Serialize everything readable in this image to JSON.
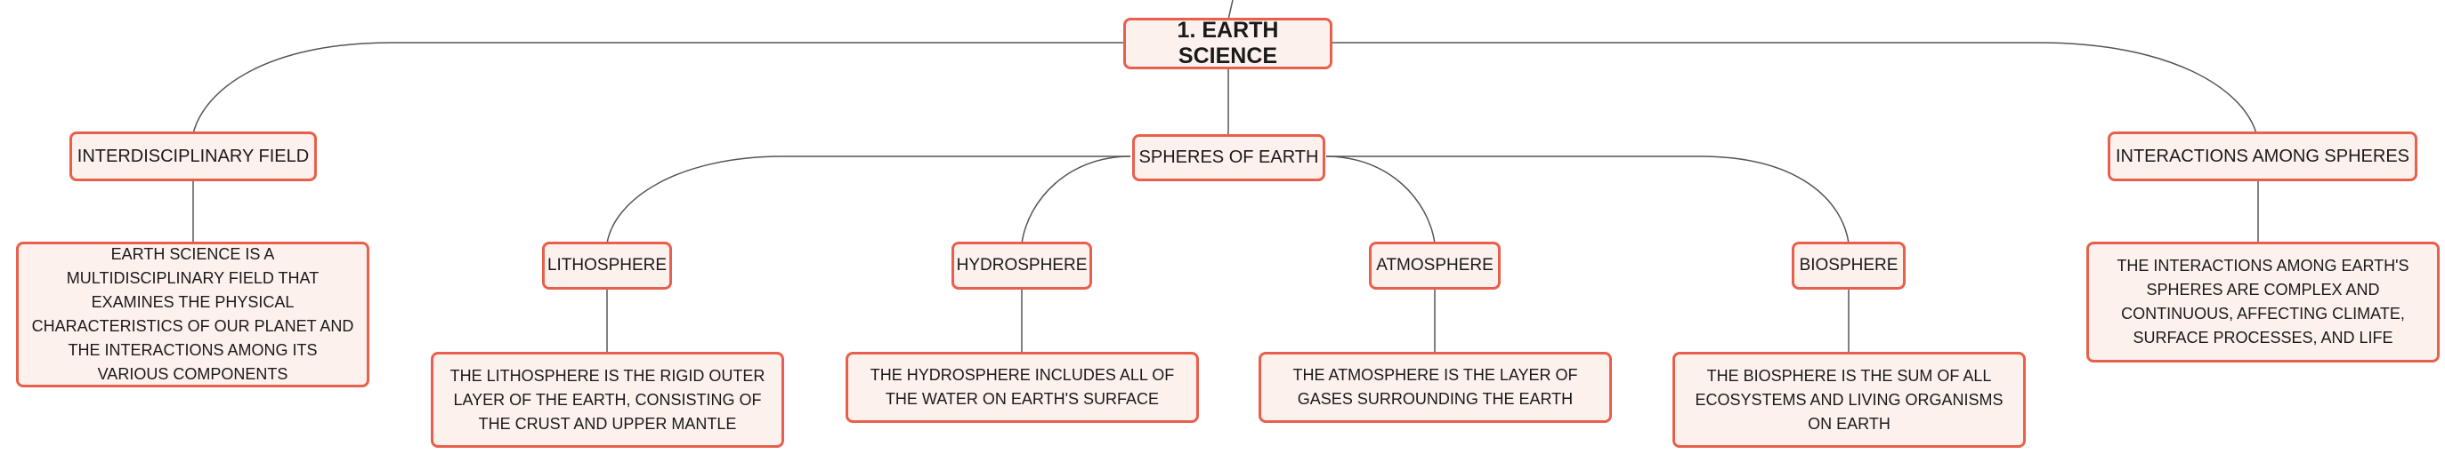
{
  "diagram": {
    "root": "1. EARTH SCIENCE",
    "branches": {
      "interdisciplinary": {
        "title": "INTERDISCIPLINARY FIELD",
        "description": "EARTH SCIENCE IS A MULTIDISCIPLINARY FIELD THAT EXAMINES THE PHYSICAL CHARACTERISTICS OF OUR PLANET AND THE INTERACTIONS AMONG ITS VARIOUS COMPONENTS"
      },
      "spheres": {
        "title": "SPHERES OF EARTH",
        "children": [
          {
            "title": "LITHOSPHERE",
            "description": "THE LITHOSPHERE IS THE RIGID OUTER LAYER OF THE EARTH, CONSISTING OF THE CRUST AND UPPER MANTLE"
          },
          {
            "title": "HYDROSPHERE",
            "description": "THE HYDROSPHERE INCLUDES ALL OF THE WATER ON EARTH'S SURFACE"
          },
          {
            "title": "ATMOSPHERE",
            "description": "THE ATMOSPHERE IS THE LAYER OF GASES SURROUNDING THE EARTH"
          },
          {
            "title": "BIOSPHERE",
            "description": "THE BIOSPHERE IS THE SUM OF ALL ECOSYSTEMS AND LIVING ORGANISMS ON EARTH"
          }
        ]
      },
      "interactions": {
        "title": "INTERACTIONS AMONG SPHERES",
        "description": "THE INTERACTIONS AMONG EARTH'S SPHERES ARE COMPLEX AND CONTINUOUS, AFFECTING CLIMATE, SURFACE PROCESSES, AND LIFE"
      }
    },
    "colors": {
      "border": "#e8604c",
      "fill": "#fdf1ee",
      "line": "#555555"
    }
  }
}
